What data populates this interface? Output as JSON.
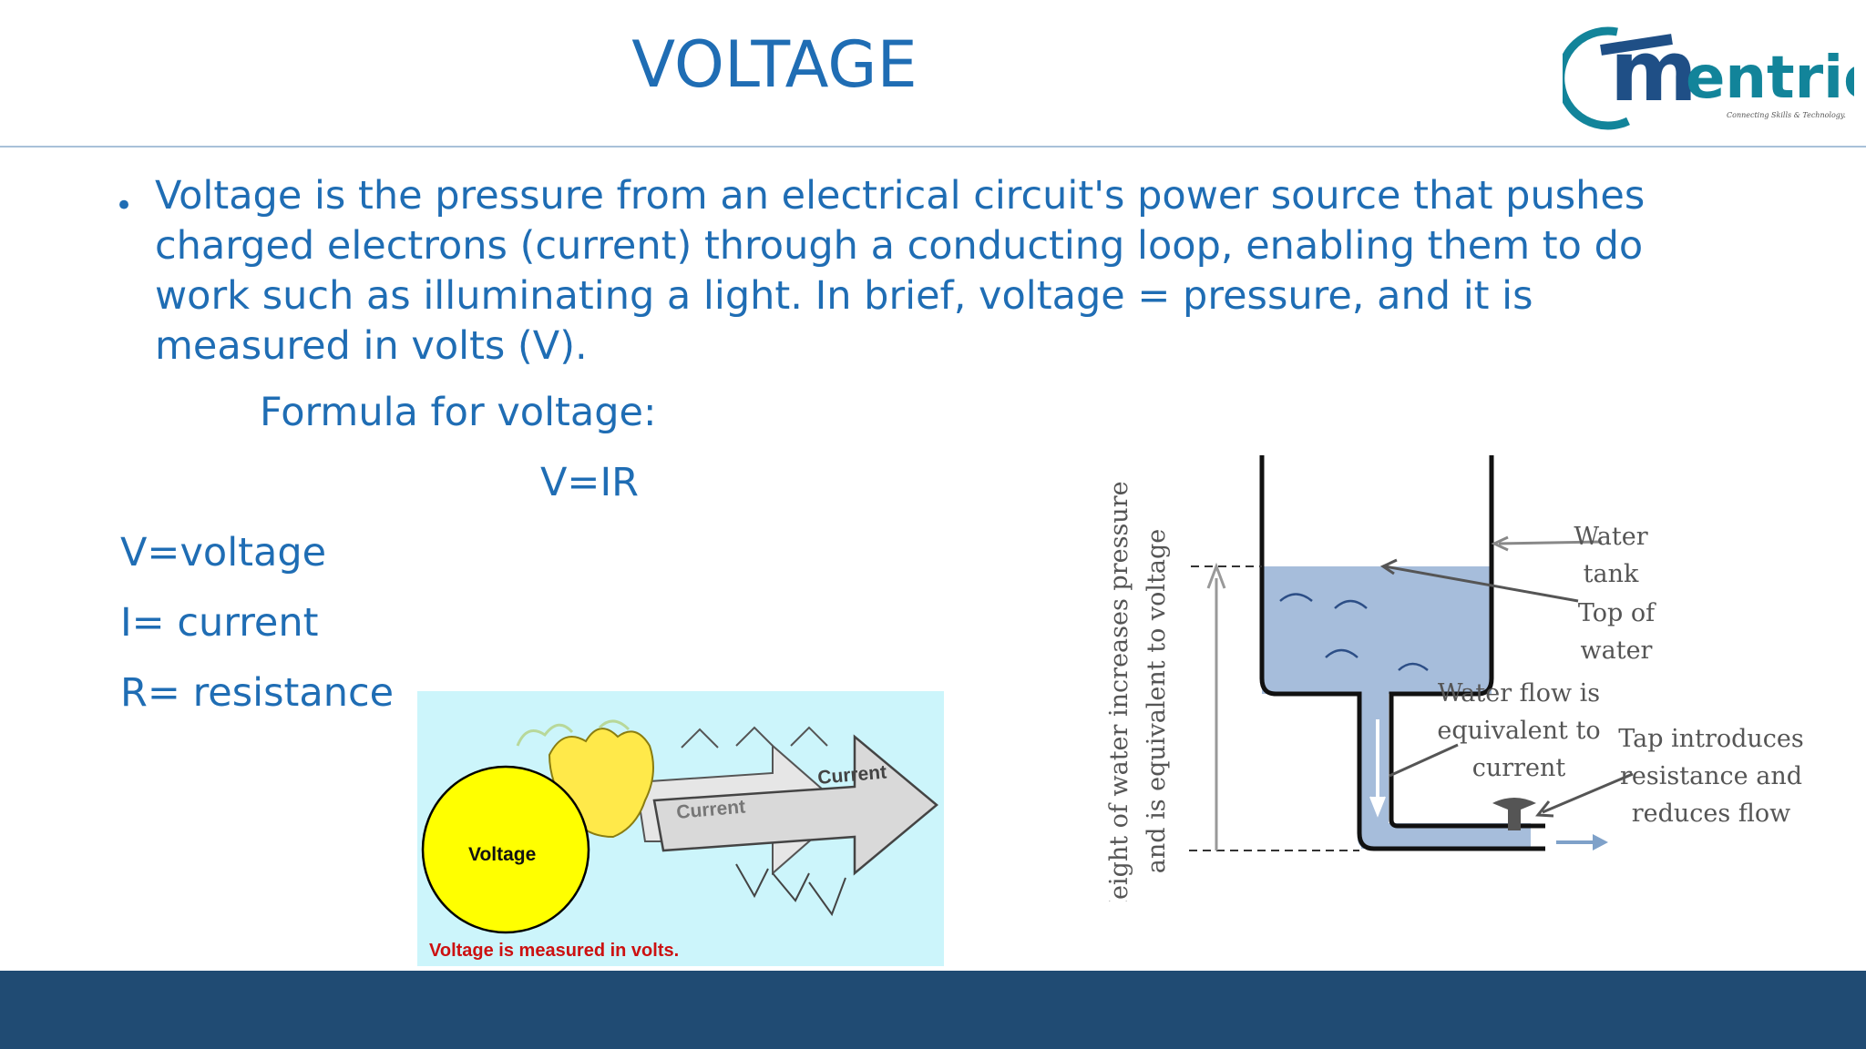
{
  "slide": {
    "title": "VOLTAGE",
    "logo": {
      "brand": "Mentric",
      "tagline": "Connecting Skills & Technology."
    },
    "bullet": "Voltage is the pressure from an electrical circuit's power source that pushes charged electrons (current) through a conducting loop, enabling them to do work such as illuminating a light. In brief, voltage = pressure, and it is measured in volts (V).",
    "formula_label": "Formula for voltage:",
    "formula": "V=IR",
    "variables": [
      "V=voltage",
      "I= current",
      "R= resistance"
    ]
  },
  "voltage_figure": {
    "ball_label": "Voltage",
    "arrow_front_label": "Current",
    "arrow_back_label": "Current",
    "caption": "Voltage is measured in volts.",
    "background_color": "#ccf5fb",
    "ball_color": "#ffff00",
    "caption_color": "#cc1111"
  },
  "water_figure": {
    "tank_label_1": "Water",
    "tank_label_2": "tank",
    "top_label_1": "Top of",
    "top_label_2": "water",
    "flow_label_1": "Water flow is",
    "flow_label_2": "equivalent to",
    "flow_label_3": "current",
    "tap_label_1": "Tap introduces",
    "tap_label_2": "resistance and",
    "tap_label_3": "reduces flow",
    "height_label_1": "Height of water increases pressure",
    "height_label_2": "and is equivalent to voltage",
    "water_color": "#a6bddb"
  },
  "colors": {
    "text": "#1f6db4",
    "footer": "#204b73"
  }
}
